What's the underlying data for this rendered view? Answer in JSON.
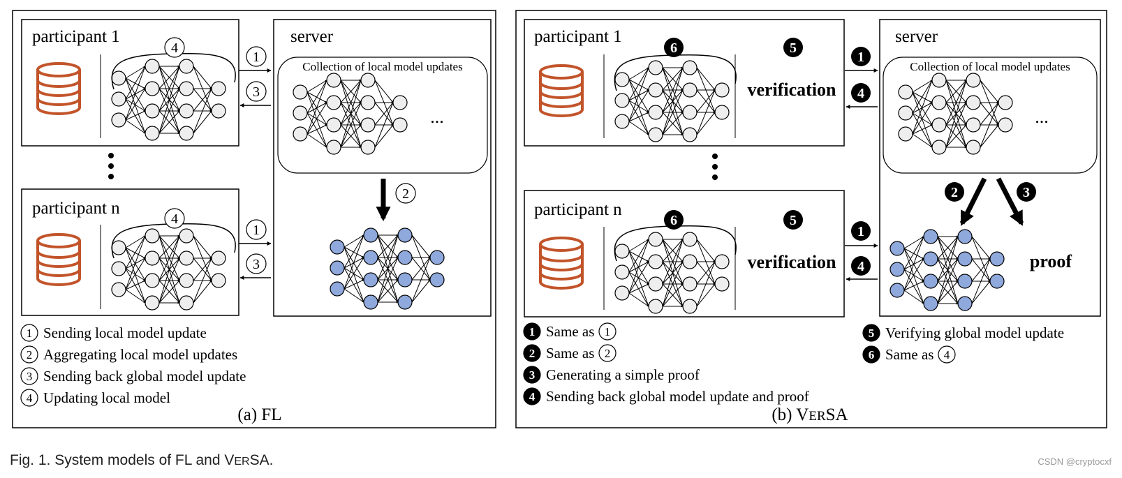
{
  "colors": {
    "db": "#c2542a",
    "global_node": "#8fa9dc",
    "local_node": "#eeeeee",
    "line": "#000000"
  },
  "panel_a": {
    "caption": "(a) FL",
    "participant_1": "participant 1",
    "participant_n": "participant n",
    "server": "server",
    "collection": "Collection of local model updates",
    "ellipsis_h": "...",
    "step_numbers": {
      "one": "1",
      "two": "2",
      "three": "3",
      "four": "4"
    },
    "legend": [
      {
        "num": "1",
        "text": "Sending local model update"
      },
      {
        "num": "2",
        "text": "Aggregating local model updates"
      },
      {
        "num": "3",
        "text": "Sending back global model update"
      },
      {
        "num": "4",
        "text": "Updating local model"
      }
    ]
  },
  "panel_b": {
    "caption_prefix": "(b) V",
    "caption_smallcaps": "ER",
    "caption_suffix": "SA",
    "participant_1": "participant 1",
    "participant_n": "participant n",
    "server": "server",
    "collection": "Collection of local model updates",
    "verification": "verification",
    "proof": "proof",
    "ellipsis_h": "...",
    "step_numbers": {
      "one": "1",
      "two": "2",
      "three": "3",
      "four": "4",
      "five": "5",
      "six": "6"
    },
    "legend_left": [
      {
        "num": "1",
        "text": "Same as",
        "ref": "1"
      },
      {
        "num": "2",
        "text": "Same as",
        "ref": "2"
      },
      {
        "num": "3",
        "text": "Generating a simple proof"
      },
      {
        "num": "4",
        "text": "Sending back global model update and proof"
      }
    ],
    "legend_right": [
      {
        "num": "5",
        "text": "Verifying global model update"
      },
      {
        "num": "6",
        "text": "Same as",
        "ref": "4"
      }
    ]
  },
  "figure_caption": {
    "prefix": "Fig. 1. System models of FL and V",
    "smallcaps": "ER",
    "suffix": "SA."
  },
  "watermark": "CSDN @cryptocxf"
}
